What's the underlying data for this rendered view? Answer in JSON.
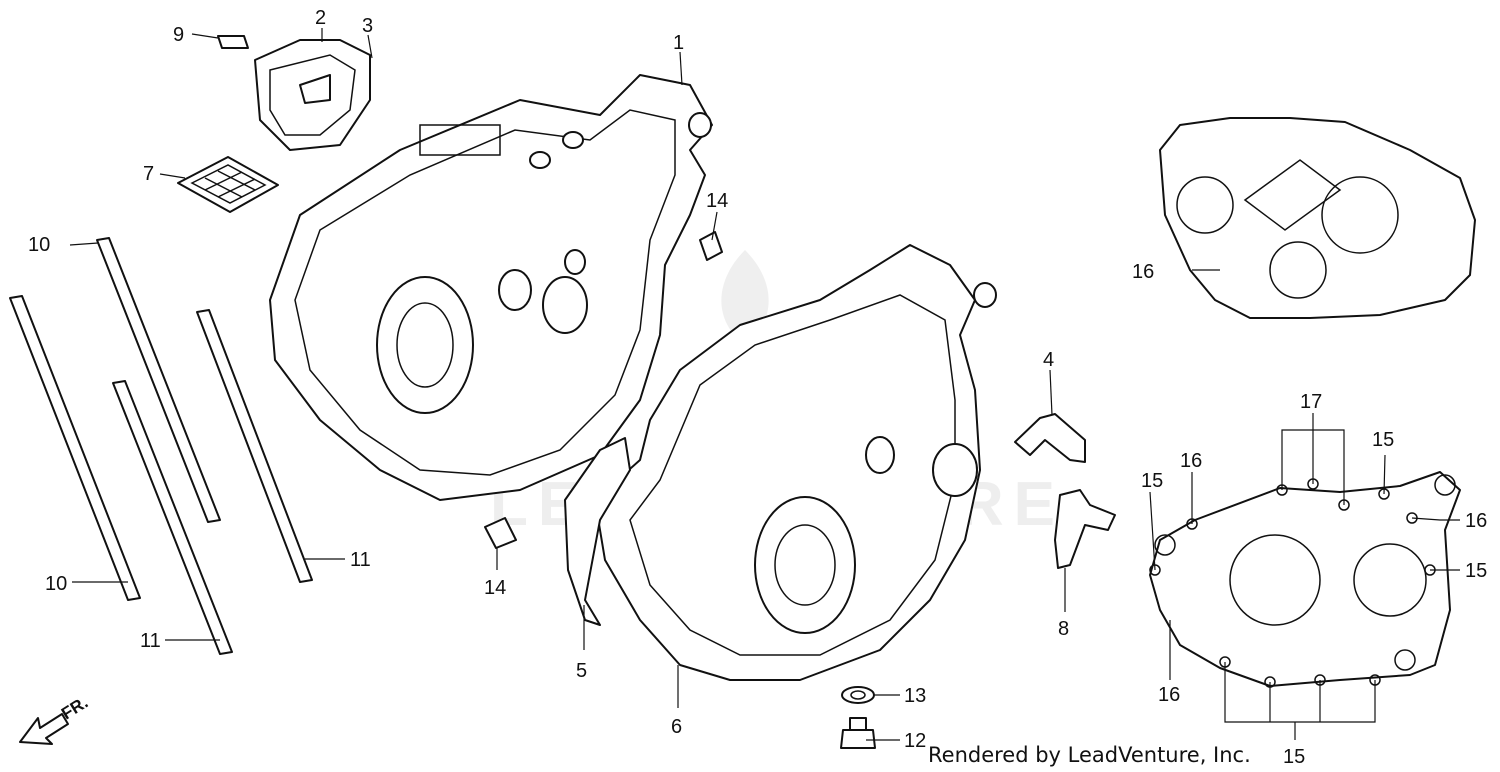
{
  "watermark": {
    "text": "LEADVENTURE"
  },
  "credit": {
    "text": "Rendered by LeadVenture, Inc."
  },
  "direction": {
    "label": "FR."
  },
  "callouts": [
    {
      "id": "c1",
      "label": "1"
    },
    {
      "id": "c2",
      "label": "2"
    },
    {
      "id": "c3",
      "label": "3"
    },
    {
      "id": "c4",
      "label": "4"
    },
    {
      "id": "c5",
      "label": "5"
    },
    {
      "id": "c6",
      "label": "6"
    },
    {
      "id": "c7",
      "label": "7"
    },
    {
      "id": "c8",
      "label": "8"
    },
    {
      "id": "c9",
      "label": "9"
    },
    {
      "id": "c10a",
      "label": "10"
    },
    {
      "id": "c10b",
      "label": "10"
    },
    {
      "id": "c11a",
      "label": "11"
    },
    {
      "id": "c11b",
      "label": "11"
    },
    {
      "id": "c12",
      "label": "12"
    },
    {
      "id": "c13",
      "label": "13"
    },
    {
      "id": "c14a",
      "label": "14"
    },
    {
      "id": "c14b",
      "label": "14"
    },
    {
      "id": "c15a",
      "label": "15"
    },
    {
      "id": "c15b",
      "label": "15"
    },
    {
      "id": "c15c",
      "label": "15"
    },
    {
      "id": "c15d",
      "label": "15"
    },
    {
      "id": "c16a",
      "label": "16"
    },
    {
      "id": "c16b",
      "label": "16"
    },
    {
      "id": "c16c",
      "label": "16"
    },
    {
      "id": "c16d",
      "label": "16"
    },
    {
      "id": "c17",
      "label": "17"
    }
  ]
}
